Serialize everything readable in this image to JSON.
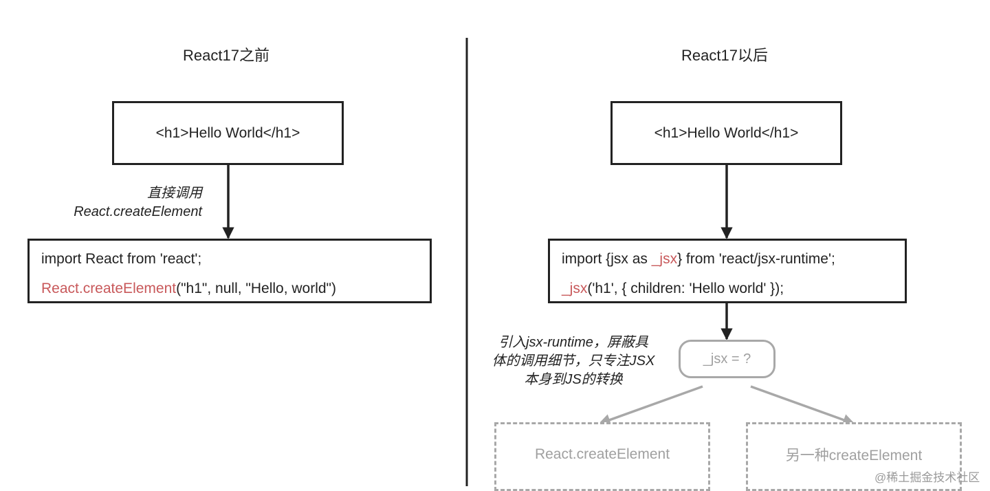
{
  "left": {
    "title": "React17之前",
    "jsx_box": "<h1>Hello World</h1>",
    "arrow_note": [
      "直接调用",
      "React.createElement"
    ],
    "code": {
      "line1": "import React from 'react';",
      "line2_accent": "React.createElement",
      "line2_rest": "(\"h1\", null, \"Hello, world\")"
    }
  },
  "right": {
    "title": "React17以后",
    "jsx_box": "<h1>Hello World</h1>",
    "code": {
      "line1_pre": "import {jsx as ",
      "line1_accent": "_jsx",
      "line1_post": "} from 'react/jsx-runtime';",
      "line2_accent": "_jsx",
      "line2_rest": "('h1', { children: 'Hello world' });"
    },
    "note": [
      "引入jsx-runtime，屏蔽具",
      "体的调用细节，只专注JSX",
      "本身到JS的转换"
    ],
    "decision": "_jsx = ?",
    "option_left": "React.createElement",
    "option_right": "另一种createElement"
  },
  "watermark": "@稀土掘金技术社区",
  "colors": {
    "stroke": "#222222",
    "accent": "#c8585a",
    "muted": "#a8a8a8"
  }
}
